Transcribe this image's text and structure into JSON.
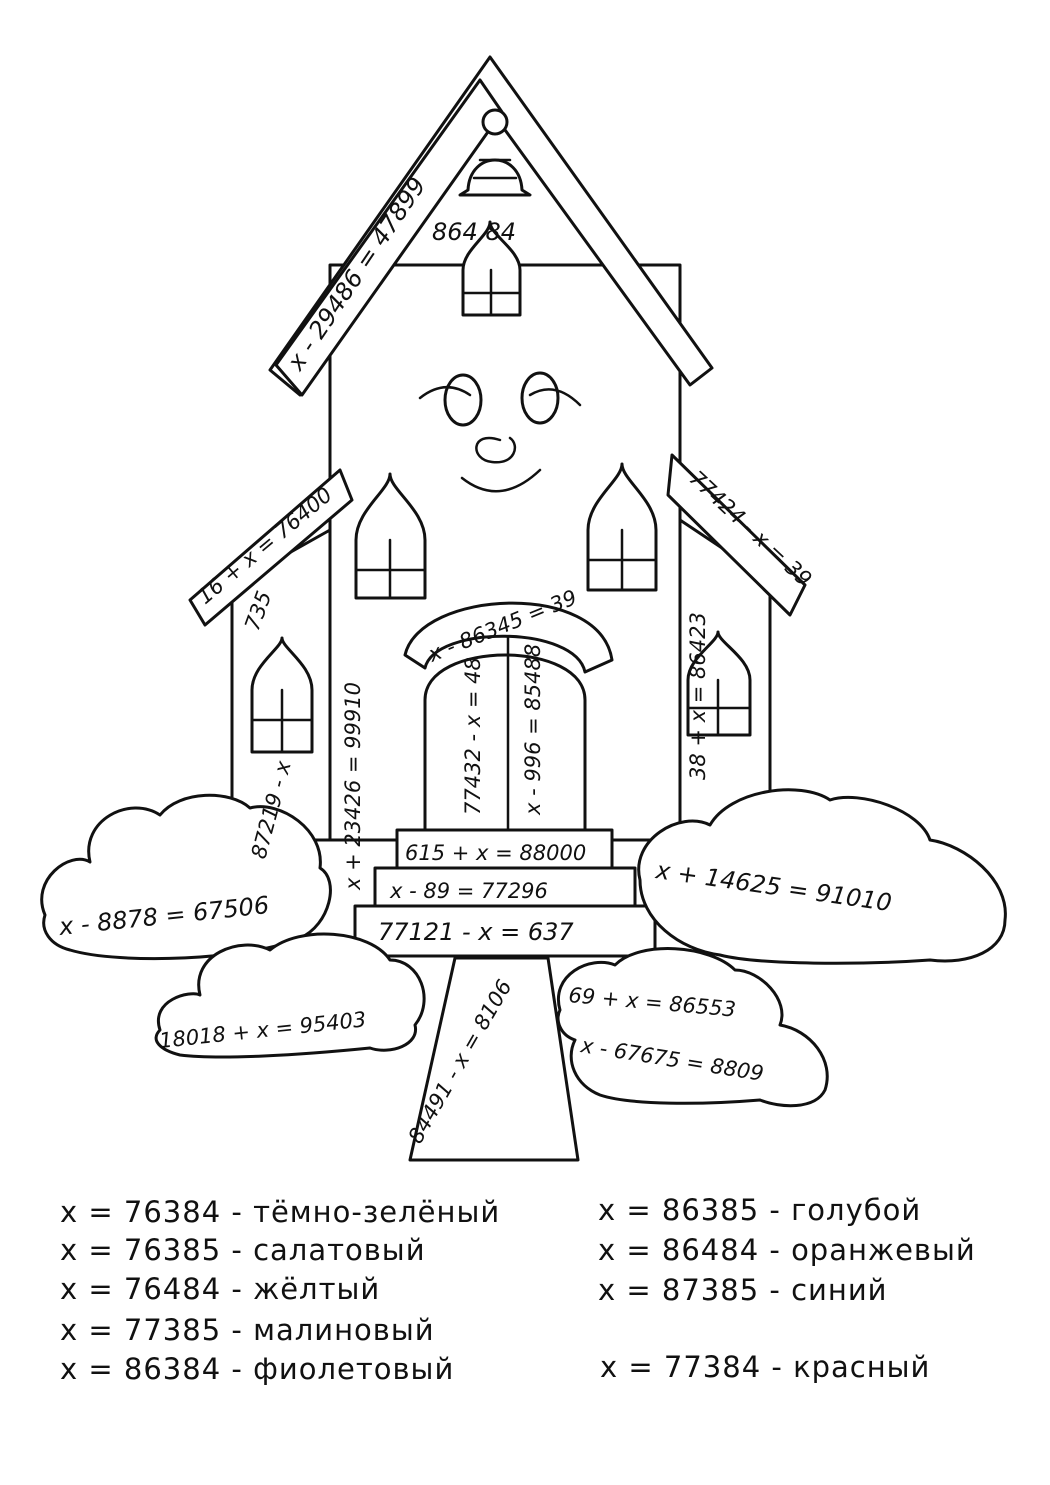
{
  "house": {
    "roof_equation": "x - 29486 = 47899",
    "bell_number": "864 84",
    "left_roof_equation": "16 + x = 76400",
    "left_wall_a": "735",
    "left_wall_b": "87219 - x",
    "center_left_equation": "x + 23426 = 99910",
    "arch_equation": "x - 86345 = 39",
    "door_left_equation": "77432 - x = 48",
    "door_right_equation": "x - 996 = 85488",
    "right_roof_equation": "77424 - x = 39",
    "right_wall_equation": "38 + x = 86423",
    "step_top": "615 + x = 88000",
    "step_middle": "x - 89 = 77296",
    "step_bottom": "77121 - x = 637",
    "path_equation": "84491 - x = 8106",
    "bush_left": "x - 8878 = 67506",
    "bush_right": "x + 14625 = 91010",
    "bush_lower_left": "18018 + x = 95403",
    "bush_lower_right_a": "69 + x = 86553",
    "bush_lower_right_b": "x - 67675 = 8809"
  },
  "legend": [
    {
      "value": "x = 76384",
      "color_name": "тёмно-зелёный",
      "color": "#1f5e2a"
    },
    {
      "value": "x = 76385",
      "color_name": "салатовый",
      "color": "#9fd356"
    },
    {
      "value": "x = 76484",
      "color_name": "жёлтый",
      "color": "#f5d90a"
    },
    {
      "value": "x = 77385",
      "color_name": "малиновый",
      "color": "#c2185b"
    },
    {
      "value": "x = 86384",
      "color_name": "фиолетовый",
      "color": "#7b3fa0"
    },
    {
      "value": "x = 86385",
      "color_name": "голубой",
      "color": "#6ec6f0"
    },
    {
      "value": "x = 86484",
      "color_name": "оранжевый",
      "color": "#f28c1e"
    },
    {
      "value": "x = 87385",
      "color_name": "синий",
      "color": "#1f3fb8"
    },
    {
      "value": "x = 77384",
      "color_name": "красный",
      "color": "#d32020"
    }
  ]
}
